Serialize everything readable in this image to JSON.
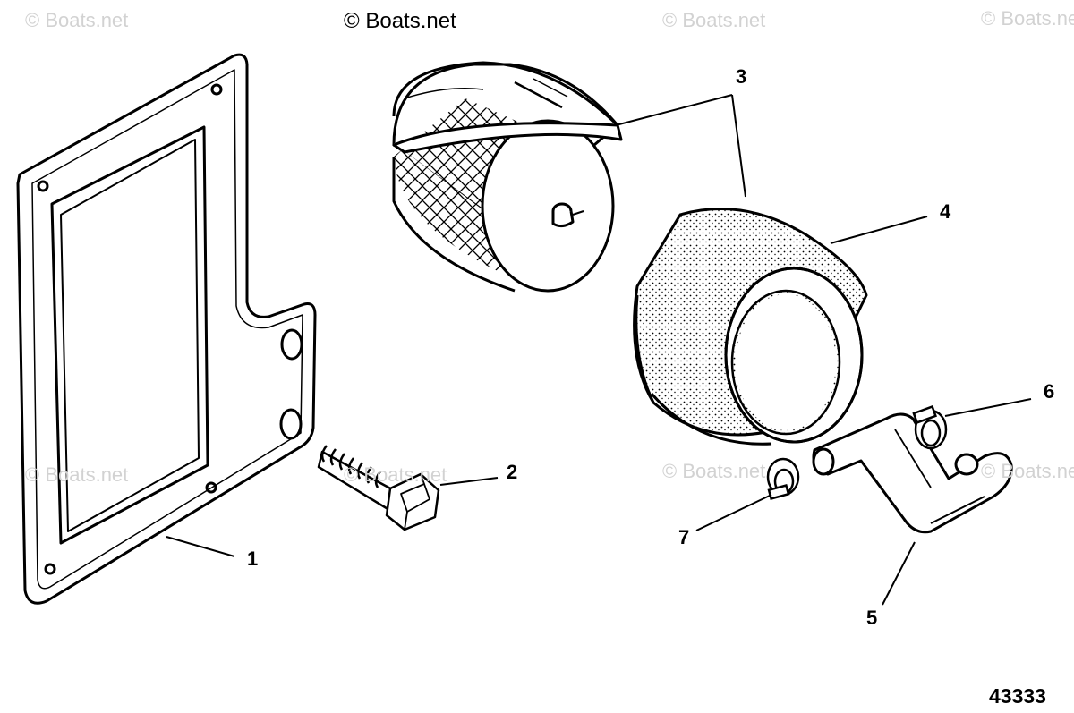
{
  "watermarks": [
    "© Boats.net",
    "© Boats.net",
    "© Boats.net",
    "© Boats.net",
    "© Boats.net",
    "© Boats.net",
    "© Boats.net",
    "© Boats.net"
  ],
  "callouts": [
    "1",
    "2",
    "3",
    "4",
    "5",
    "6",
    "7"
  ],
  "figure_number": "43333",
  "colors": {
    "line": "#000000",
    "background": "#ffffff",
    "watermark": "#d2d2d2"
  }
}
